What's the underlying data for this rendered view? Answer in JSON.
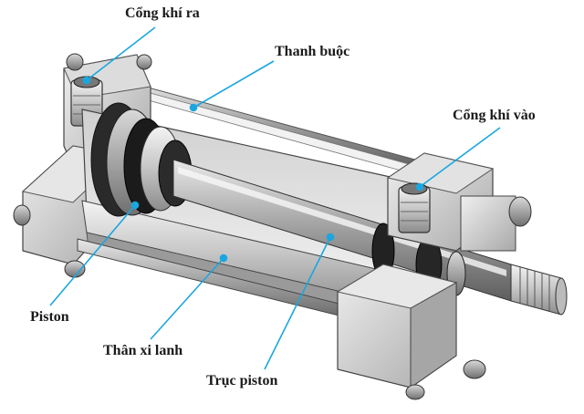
{
  "labels": {
    "exhaust_port": "Cổng khí ra",
    "tie_rod": "Thanh buộc",
    "inlet_port": "Cổng khí vào",
    "piston": "Piston",
    "cylinder_body": "Thân xi lanh",
    "piston_rod": "Trục piston"
  },
  "colors": {
    "leader_line": "#1aa6e0",
    "label_text": "#1a1a1a"
  }
}
